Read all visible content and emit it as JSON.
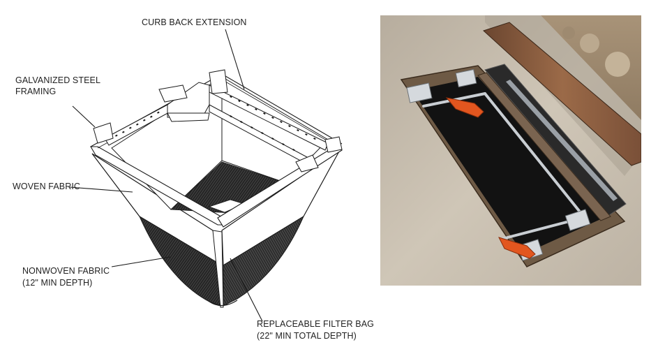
{
  "callouts": {
    "curb_back_extension": "CURB BACK EXTENSION",
    "galvanized_line1": "GALVANIZED STEEL",
    "galvanized_line2": "FRAMING",
    "woven_fabric": "WOVEN FABRIC",
    "nonwoven_line1": "NONWOVEN FABRIC",
    "nonwoven_line2": "(12\" MIN DEPTH)",
    "filter_bag_line1": "REPLACEABLE FILTER BAG",
    "filter_bag_line2": "(22\" MIN TOTAL DEPTH)"
  },
  "colors": {
    "line": "#1a1a1a",
    "fabric_dark": "#2b2b2b",
    "concrete": "#c9bfb0",
    "rust": "#8a5a3c",
    "filter_black": "#121212",
    "orange_clip": "#e2561f",
    "steel": "#b8bcc0"
  }
}
